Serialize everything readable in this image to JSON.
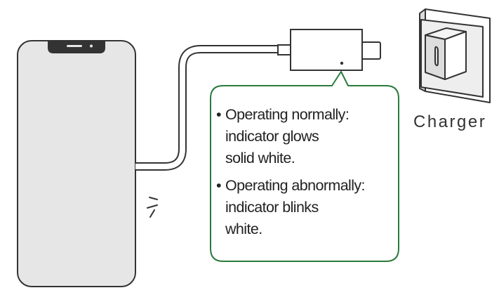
{
  "colors": {
    "phone_fill": "#e6e6e6",
    "outline": "#333333",
    "callout_border": "#2b7a3d",
    "text": "#222222"
  },
  "charger": {
    "label": "Charger"
  },
  "callout": {
    "items": [
      {
        "bullet": "•",
        "lines": [
          "Operating normally:",
          "indicator glows",
          "solid white."
        ]
      },
      {
        "bullet": "•",
        "lines": [
          "Operating abnormally:",
          "indicator blinks",
          "white."
        ]
      }
    ]
  }
}
